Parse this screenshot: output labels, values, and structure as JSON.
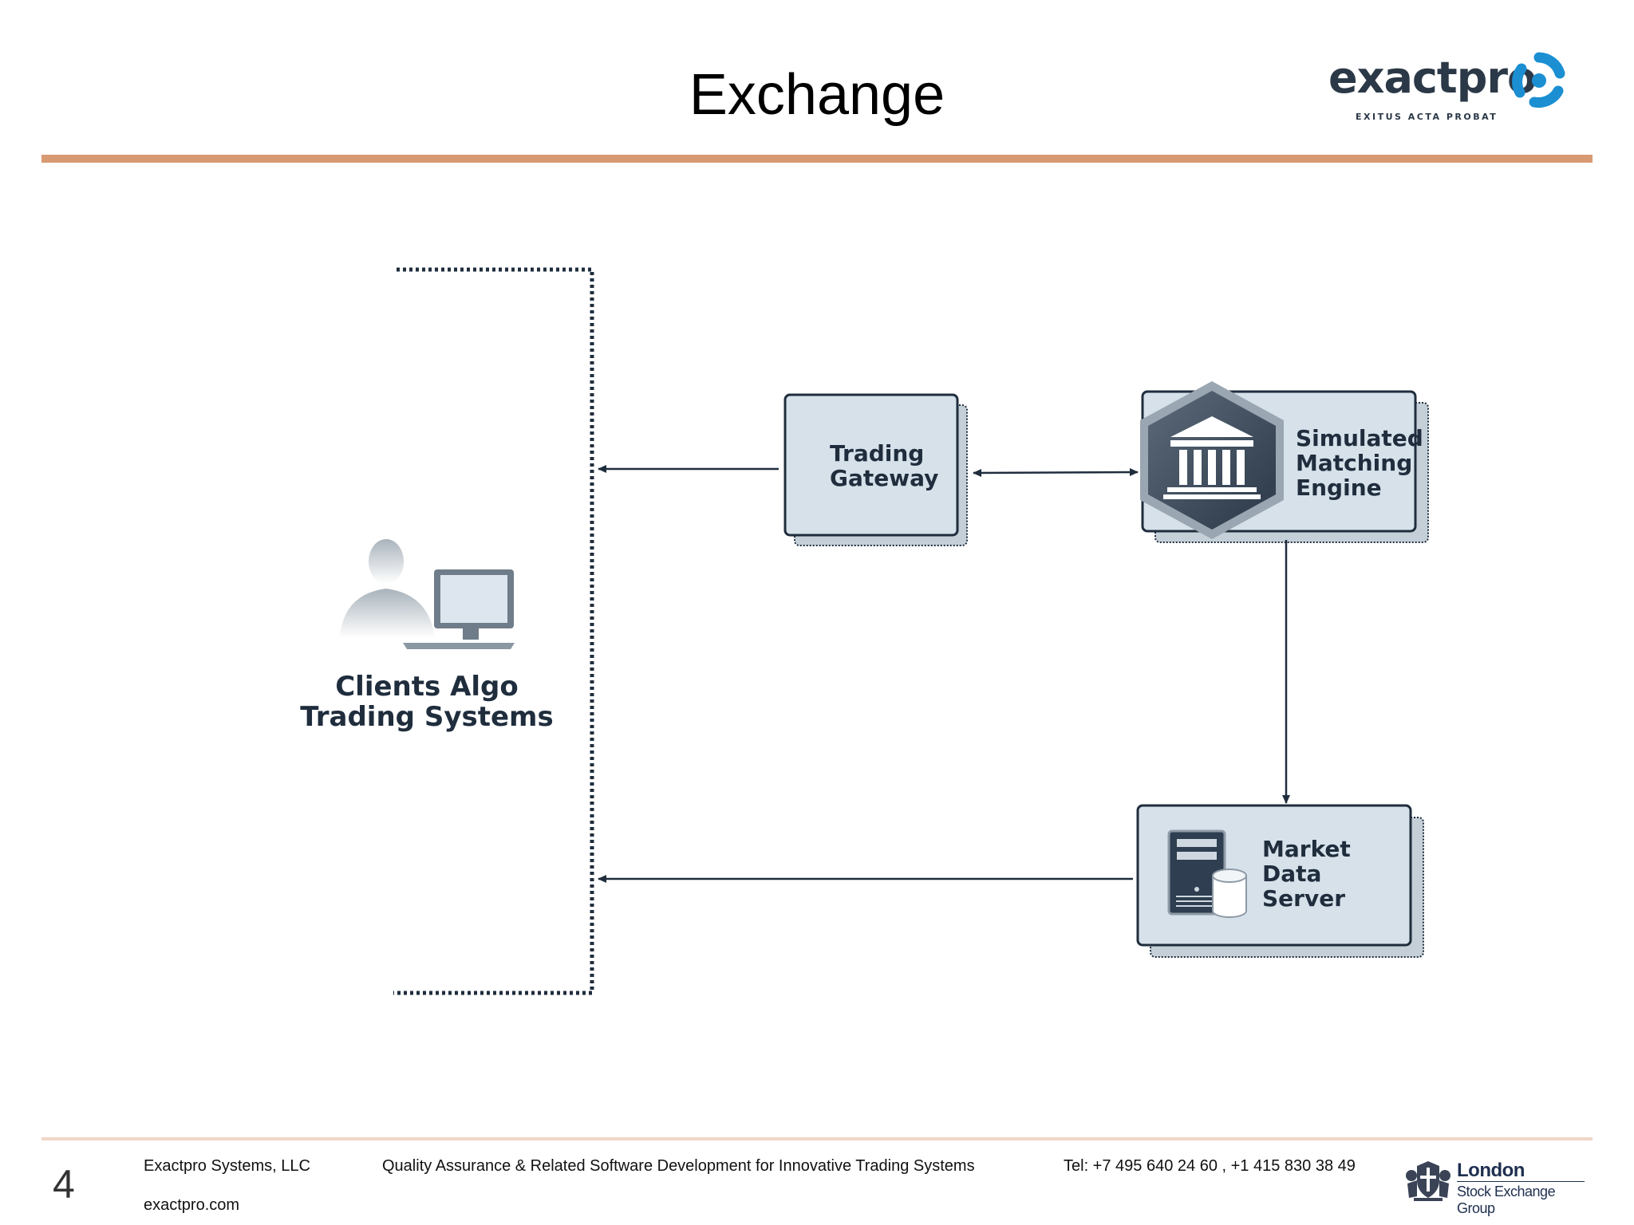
{
  "slide": {
    "title": "Exchange",
    "page_number": "4"
  },
  "logo": {
    "wordmark": "exactpro",
    "tagline": "EXITUS ACTA PROBAT",
    "colors": {
      "text": "#2b3847",
      "mark": "#1b8fd2"
    }
  },
  "diagram": {
    "clients": {
      "label_line1": "Clients Algo",
      "label_line2": "Trading Systems",
      "icon": "user-computer-icon"
    },
    "trading_gateway": {
      "label_line1": "Trading",
      "label_line2": "Gateway"
    },
    "matching_engine": {
      "label_line1": "Simulated",
      "label_line2": "Matching",
      "label_line3": "Engine",
      "icon": "bank-building-icon"
    },
    "market_data_server": {
      "label_line1": "Market",
      "label_line2": "Data",
      "label_line3": "Server",
      "icon": "server-database-icon"
    },
    "connections": [
      {
        "from": "Trading Gateway",
        "to": "Clients Algo Trading Systems",
        "direction": "one-way"
      },
      {
        "from": "Trading Gateway",
        "to": "Simulated Matching Engine",
        "direction": "two-way"
      },
      {
        "from": "Simulated Matching Engine",
        "to": "Market Data Server",
        "direction": "one-way"
      },
      {
        "from": "Market Data Server",
        "to": "Clients Algo Trading Systems",
        "direction": "one-way"
      }
    ],
    "colors": {
      "box_fill": "#d6e1ea",
      "box_border": "#1f2d3d",
      "accent_rule": "#d89a72"
    }
  },
  "footer": {
    "company": "Exactpro Systems, LLC",
    "website": "exactpro.com",
    "tagline": "Quality Assurance & Related Software  Development  for Innovative Trading Systems",
    "phone": "Tel: +7 495 640 24 60 ,  +1 415 830 38 49",
    "partner_name": "London",
    "partner_sub": "Stock Exchange Group"
  }
}
